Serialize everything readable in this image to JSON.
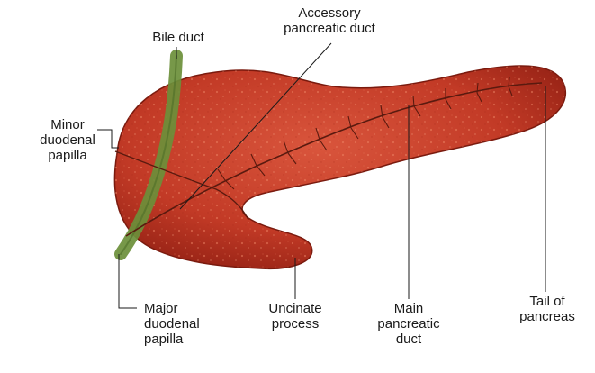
{
  "colors": {
    "pancreas_fill": "#c0392b",
    "pancreas_shade": "#8e1e12",
    "pancreas_highlight": "#e0664a",
    "bile_duct": "#6b8f3a",
    "duct_lines": "#5a1a0f",
    "leader_lines": "#1a1a1a"
  },
  "labels": {
    "bile_duct": [
      "Bile duct"
    ],
    "accessory_duct": [
      "Accessory",
      "pancreatic duct"
    ],
    "minor_papilla": [
      "Minor",
      "duodenal",
      "papilla"
    ],
    "major_papilla": [
      "Major",
      "duodenal",
      "papilla"
    ],
    "uncinate": [
      "Uncinate",
      "process"
    ],
    "main_duct": [
      "Main",
      "pancreatic",
      "duct"
    ],
    "tail": [
      "Tail of",
      "pancreas"
    ]
  }
}
